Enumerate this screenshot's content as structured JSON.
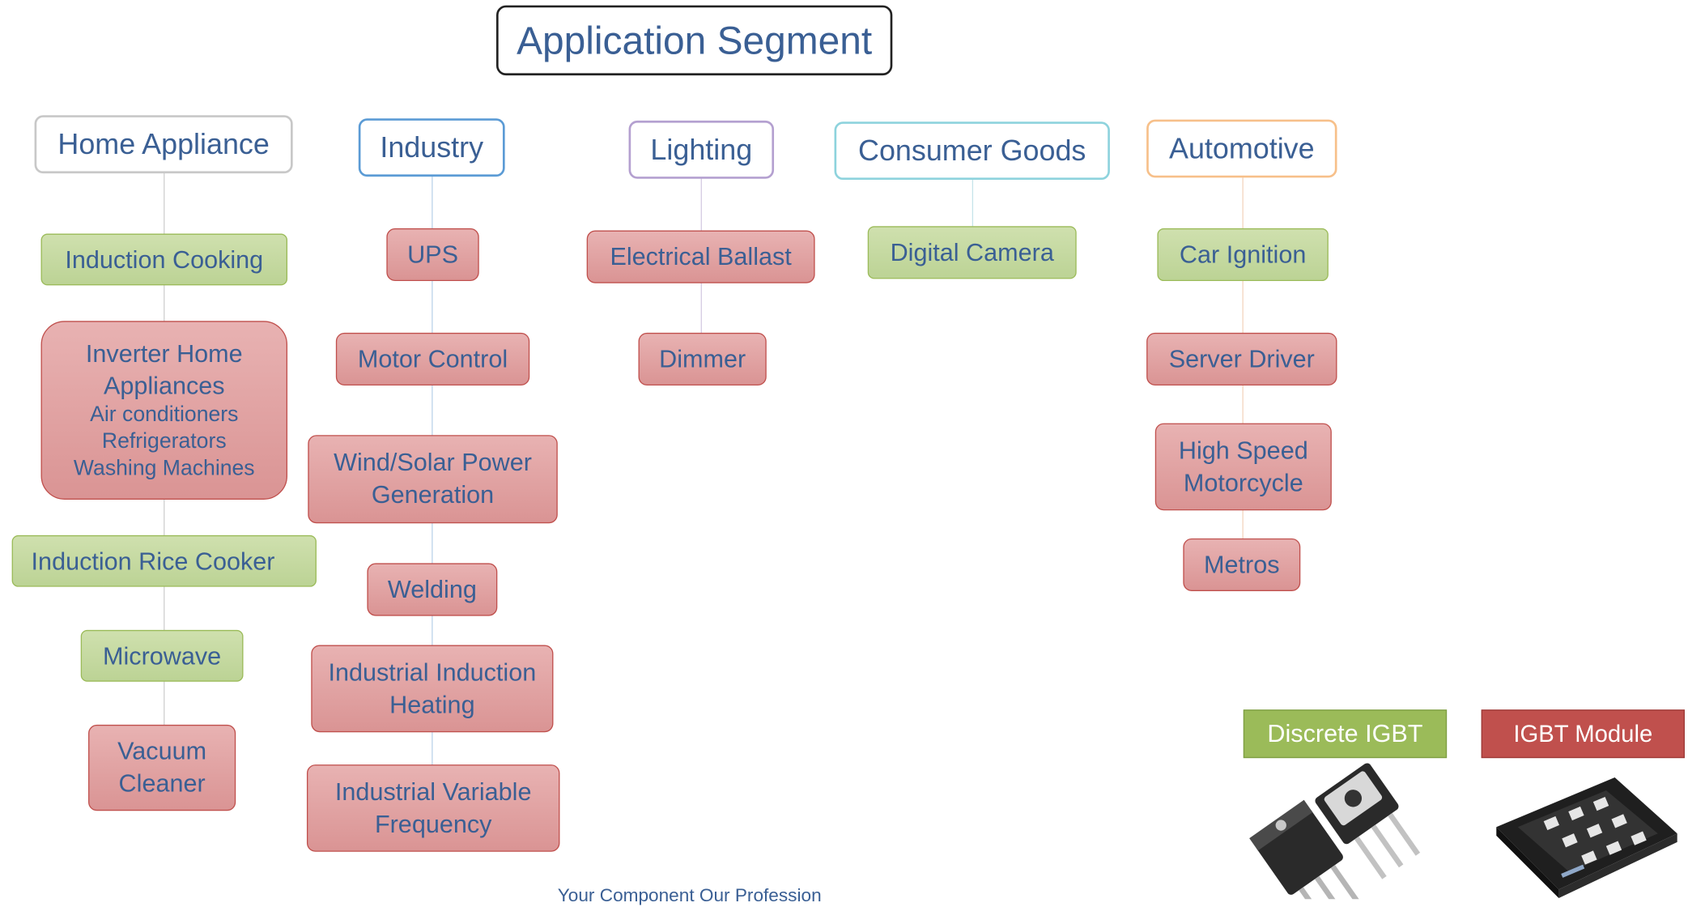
{
  "title": "Application Segment",
  "categories": {
    "home_appliance": "Home Appliance",
    "industry": "Industry",
    "lighting": "Lighting",
    "consumer_goods": "Consumer Goods",
    "automotive": "Automotive"
  },
  "home_appliance": {
    "induction_cooking": "Induction Cooking",
    "inverter_title": "Inverter Home Appliances",
    "inverter_items": [
      "Air conditioners",
      "Refrigerators",
      "Washing Machines"
    ],
    "induction_rice_cooker": "Induction Rice Cooker",
    "microwave": "Microwave",
    "vacuum_cleaner": "Vacuum Cleaner"
  },
  "industry": {
    "ups": "UPS",
    "motor_control": "Motor Control",
    "wind_solar": "Wind/Solar Power Generation",
    "welding": "Welding",
    "industrial_induction_heating": "Industrial Induction Heating",
    "industrial_variable_frequency": "Industrial Variable Frequency"
  },
  "lighting": {
    "electrical_ballast": "Electrical Ballast",
    "dimmer": "Dimmer"
  },
  "consumer_goods": {
    "digital_camera": "Digital Camera"
  },
  "automotive": {
    "car_ignition": "Car Ignition",
    "server_driver": "Server Driver",
    "high_speed_motorcycle": "High Speed Motorcycle",
    "metros": "Metros"
  },
  "legend": {
    "discrete_igbt": "Discrete IGBT",
    "igbt_module": "IGBT Module"
  },
  "footer": "Your Component Our Profession",
  "colors": {
    "discrete": "#9bbb59",
    "module": "#c0504d",
    "text": "#3a5f94"
  }
}
